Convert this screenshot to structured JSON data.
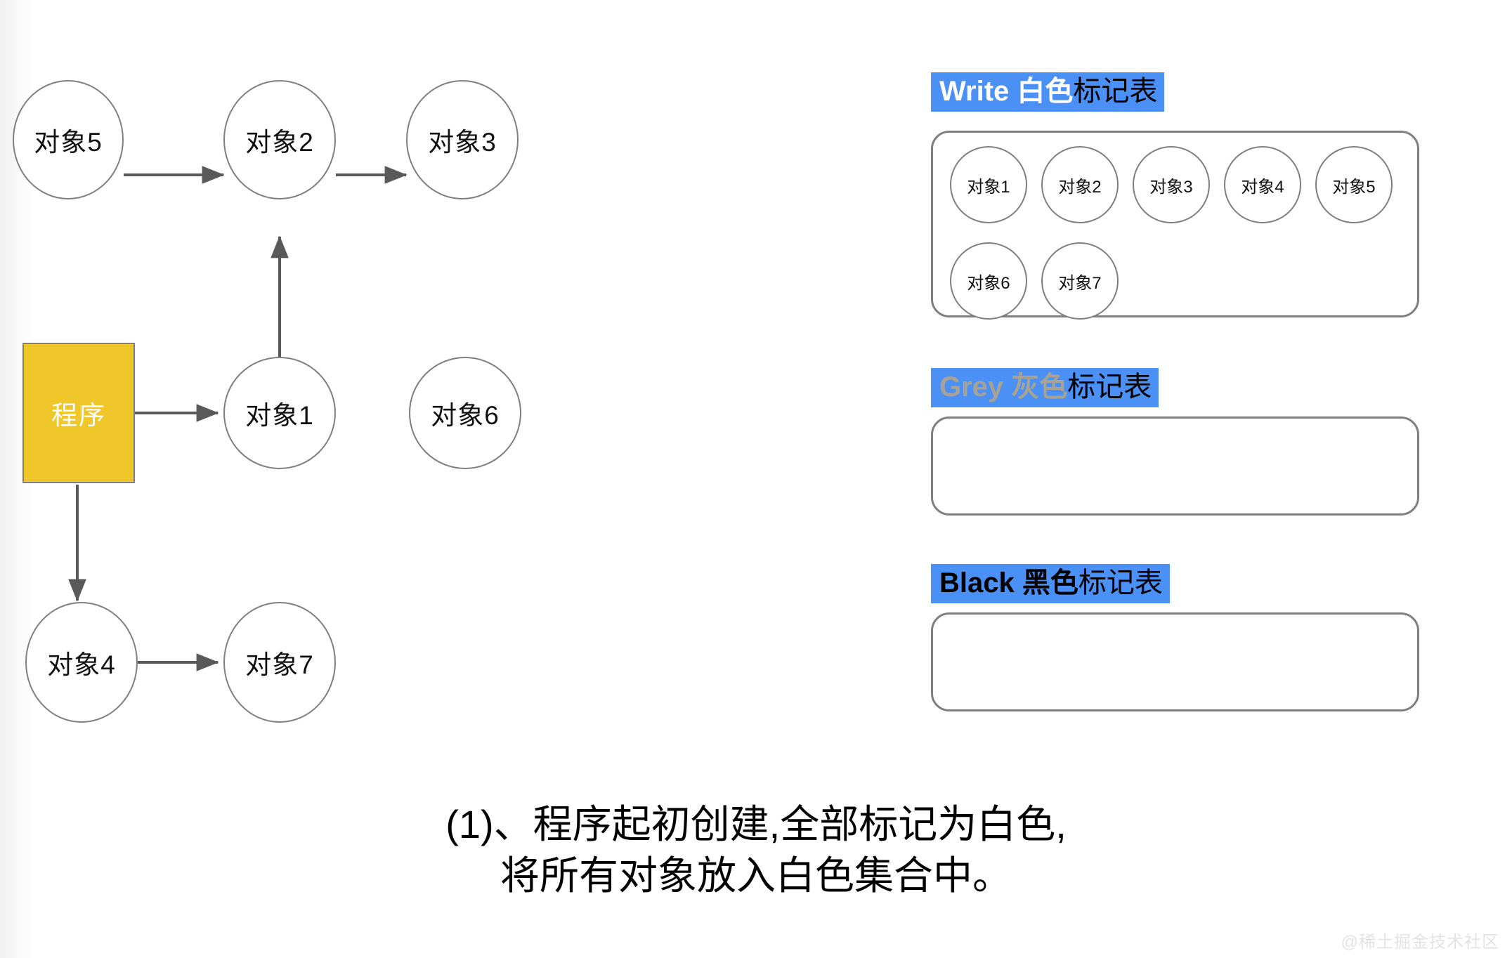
{
  "graph": {
    "program_node": {
      "label": "程序"
    },
    "nodes": [
      {
        "id": "obj5",
        "label": "对象5"
      },
      {
        "id": "obj2",
        "label": "对象2"
      },
      {
        "id": "obj3",
        "label": "对象3"
      },
      {
        "id": "obj1",
        "label": "对象1"
      },
      {
        "id": "obj6",
        "label": "对象6"
      },
      {
        "id": "obj4",
        "label": "对象4"
      },
      {
        "id": "obj7",
        "label": "对象7"
      }
    ],
    "edges": [
      {
        "from": "obj5",
        "to": "obj2"
      },
      {
        "from": "obj2",
        "to": "obj3"
      },
      {
        "from": "obj1",
        "to": "obj2"
      },
      {
        "from": "程序",
        "to": "obj1"
      },
      {
        "from": "程序",
        "to": "obj4"
      },
      {
        "from": "obj4",
        "to": "obj7"
      }
    ]
  },
  "tables": {
    "white": {
      "head_en": "Write",
      "head_color_cn": "白色",
      "head_tail": "标记表",
      "items": [
        "对象1",
        "对象2",
        "对象3",
        "对象4",
        "对象5",
        "对象6",
        "对象7"
      ]
    },
    "grey": {
      "head_en": "Grey",
      "head_color_cn": "灰色",
      "head_tail": "标记表",
      "items": []
    },
    "black": {
      "head_en": "Black",
      "head_color_cn": "黑色",
      "head_tail": "标记表",
      "items": []
    }
  },
  "caption": {
    "line1": "(1)、程序起初创建,全部标记为白色,",
    "line2": "将所有对象放入白色集合中。"
  },
  "watermark": "@稀土掘金技术社区",
  "colors": {
    "accent_blue": "#4a90f5",
    "program_gold": "#EFC72B",
    "stroke_grey": "#7f7f7f",
    "arrow_grey": "#595959",
    "grey_text": "#a8a294"
  }
}
